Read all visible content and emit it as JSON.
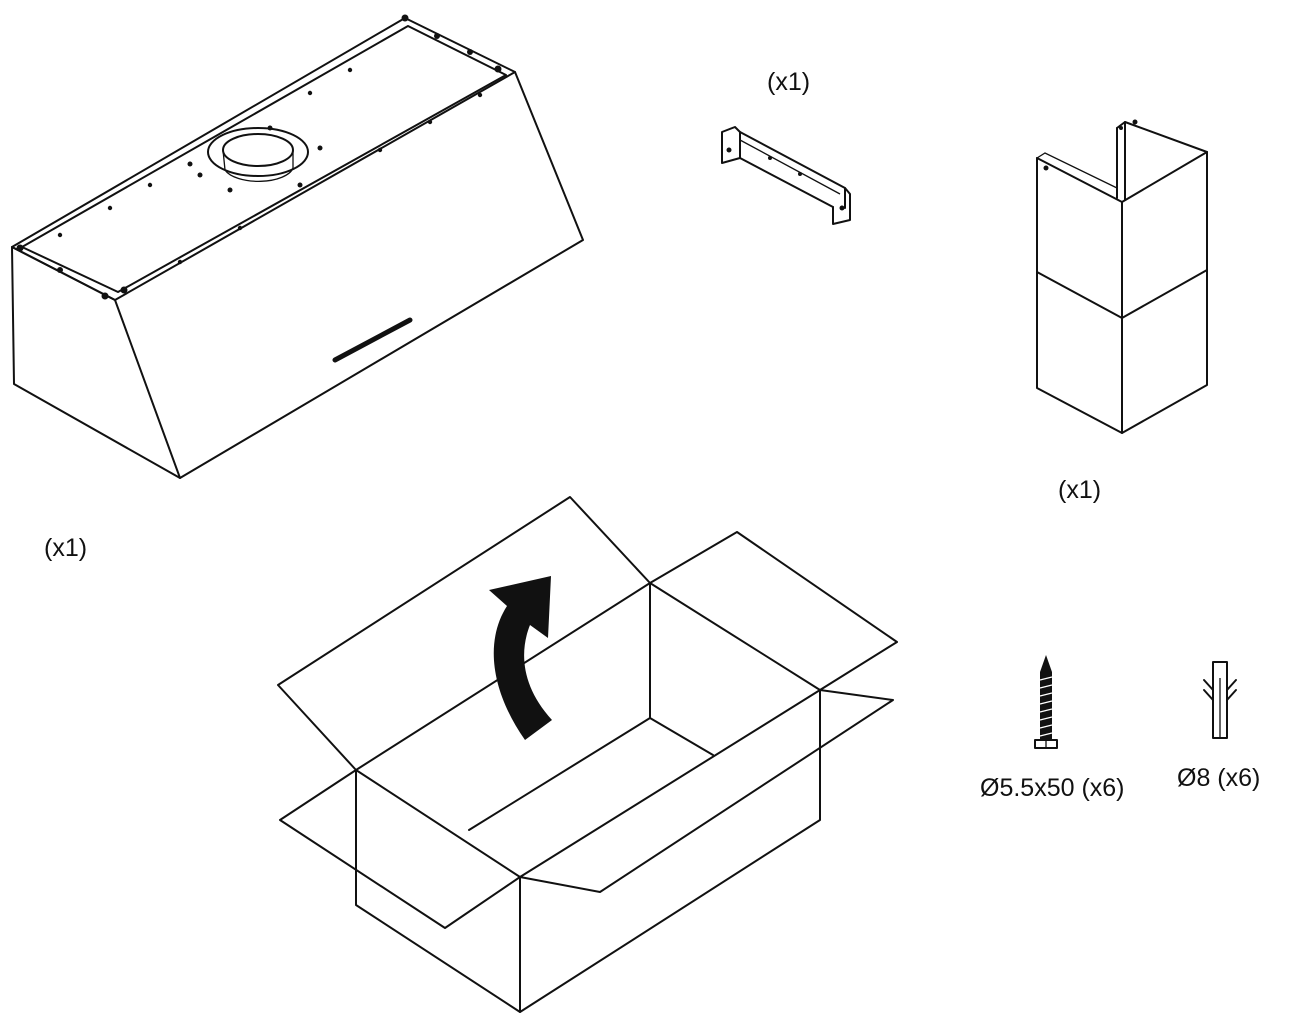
{
  "labels": {
    "hood_qty": "(x1)",
    "bracket_qty": "(x1)",
    "chimney_qty": "(x1)",
    "screw_spec": "Ø5.5x50 (x6)",
    "anchor_spec": "Ø8 (x6)"
  },
  "colors": {
    "line": "#111111",
    "background": "#ffffff"
  },
  "icons": {
    "hood": "range-hood-icon",
    "bracket": "wall-bracket-icon",
    "chimney": "chimney-cover-icon",
    "box": "open-carton-box-icon",
    "arrow": "lift-arrow-icon",
    "screw": "screw-icon",
    "anchor": "wall-anchor-icon"
  }
}
